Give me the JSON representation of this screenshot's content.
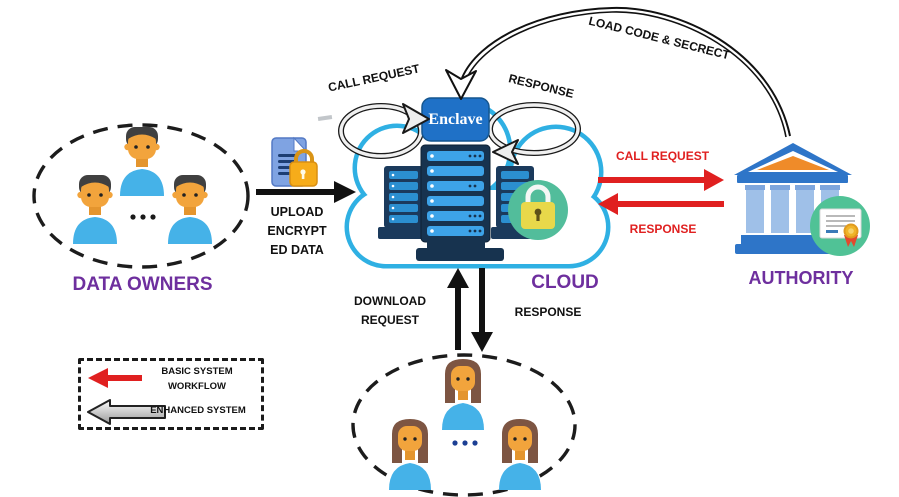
{
  "nodes": {
    "enclave": {
      "label": "Enclave"
    },
    "cloud": {
      "label": "CLOUD"
    },
    "data_owners": {
      "label": "DATA OWNERS"
    },
    "authority": {
      "label": "AUTHORITY"
    }
  },
  "edges": {
    "call_request_top": "CALL REQUEST",
    "response_top": "RESPONSE",
    "load_code_secret": "LOAD CODE & SECRECT",
    "upload": [
      "UPLOAD",
      "ENCRYPT",
      "ED DATA"
    ],
    "call_request_authority": "CALL REQUEST",
    "response_authority": "RESPONSE",
    "download": [
      "DOWNLOAD",
      "REQUEST"
    ],
    "response_users": "RESPONSE"
  },
  "legend": {
    "basic": [
      "BASIC SYSTEM",
      "WORKFLOW"
    ],
    "enhanced": "ENHANCED SYSTEM"
  },
  "icons": {
    "male_user": "male-user-icon",
    "female_user": "female-user-icon",
    "server_rack": "server-rack-icon",
    "cloud_shape": "cloud-icon",
    "lock_badge": "lock-badge-icon",
    "encrypted_document": "document-lock-icon",
    "bank_building": "bank-building-icon",
    "certificate": "certificate-badge-icon"
  },
  "colors": {
    "purple_label": "#6e2f9e",
    "red_arrow": "#e02020",
    "enclave_blue": "#1f71c7",
    "cloud_outline": "#2fb0e3",
    "server_navy": "#17334f",
    "server_row_blue": "#3da3e8",
    "lock_green": "#52bd9b",
    "lock_yellow": "#e8d84a",
    "building_blue": "#2e75c8",
    "building_orange": "#ef8b29",
    "cert_green": "#50c296",
    "skin_orange": "#f2a43c",
    "shirt_blue": "#45b2e8",
    "hair_male": "#404040",
    "hair_female": "#7d5542"
  }
}
